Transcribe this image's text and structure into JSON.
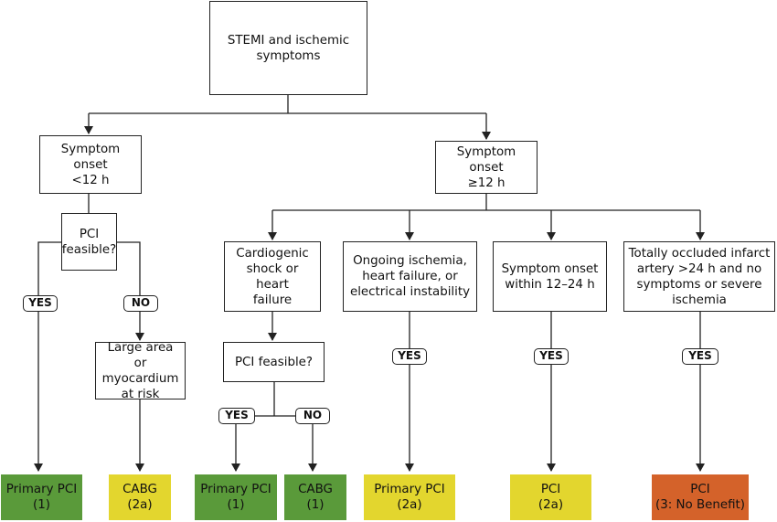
{
  "colors": {
    "class_1": "#5a9a3a",
    "class_2a": "#e3d62e",
    "class_3": "#d4622a",
    "line": "#222222"
  },
  "nodes": {
    "root": "STEMI and ischemic\nsymptoms",
    "onset_lt12": "Symptom onset\n<12 h",
    "onset_ge12": "Symptom onset\n≥12 h",
    "pci_feasible_q1": "PCI\nfeasible?",
    "large_area": "Large area or\nmyocardium\nat risk",
    "cardiogenic": "Cardiogenic\nshock or heart\nfailure",
    "pci_feasible_q2": "PCI feasible?",
    "ongoing_ischemia": "Ongoing ischemia,\nheart failure, or\nelectrical instability",
    "onset_12_24": "Symptom onset\nwithin 12–24 h",
    "occluded": "Totally occluded infarct\nartery >24 h and no\nsymptoms or severe\nischemia"
  },
  "labels": {
    "yes": "YES",
    "no": "NO"
  },
  "outcomes": {
    "primary_pci_1a": "Primary PCI\n(1)",
    "cabg_2a": "CABG\n(2a)",
    "primary_pci_1b": "Primary PCI\n(1)",
    "cabg_1": "CABG\n(1)",
    "primary_pci_2a": "Primary PCI\n(2a)",
    "pci_2a": "PCI\n(2a)",
    "pci_3": "PCI\n(3: No Benefit)"
  }
}
